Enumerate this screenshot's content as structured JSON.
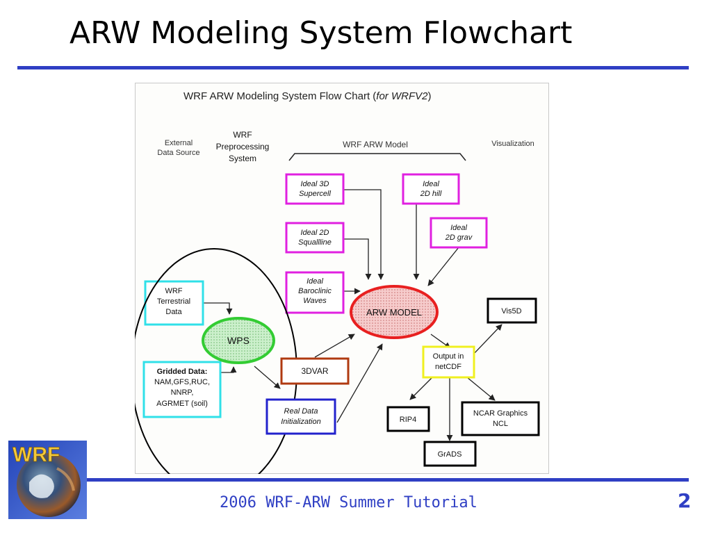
{
  "slide": {
    "title": "ARW Modeling System Flowchart",
    "footer": "2006 WRF-ARW Summer Tutorial",
    "page_number": "2",
    "logo_text": "WRF"
  },
  "flowchart": {
    "title_main": "WRF ARW Modeling System Flow Chart (",
    "title_italic": "for WRFV2",
    "title_close": ")",
    "headers": {
      "external_1": "External",
      "external_2": "Data Source",
      "preproc_1": "WRF",
      "preproc_2": "Preprocessing",
      "preproc_3": "System",
      "model": "WRF ARW Model",
      "visualization": "Visualization"
    },
    "boxes": {
      "ideal_3d_1": "Ideal 3D",
      "ideal_3d_2": "Supercell",
      "ideal_2d_squall_1": "Ideal 2D",
      "ideal_2d_squall_2": "Squallline",
      "ideal_baroclinic_1": "Ideal",
      "ideal_baroclinic_2": "Baroclinic",
      "ideal_baroclinic_3": "Waves",
      "ideal_2dhill_1": "Ideal",
      "ideal_2dhill_2": "2D hill",
      "ideal_2dgrav_1": "Ideal",
      "ideal_2dgrav_2": "2D grav",
      "terrestrial_1": "WRF",
      "terrestrial_2": "Terrestrial",
      "terrestrial_3": "Data",
      "gridded_1": "Gridded Data:",
      "gridded_2": "NAM,GFS,RUC,",
      "gridded_3": "NNRP,",
      "gridded_4": "AGRMET (soil)",
      "wps": "WPS",
      "threedvar": "3DVAR",
      "realdata_1": "Real Data",
      "realdata_2": "Initialization",
      "arw_model": "ARW MODEL",
      "output_1": "Output in",
      "output_2": "netCDF",
      "vis5d": "Vis5D",
      "rip4": "RIP4",
      "grads": "GrADS",
      "ncar_1": "NCAR Graphics",
      "ncar_2": "NCL"
    },
    "colors": {
      "ideal": "#e020e0",
      "wrf_input": "#30e0e8",
      "wps": "#33cc33",
      "threedvar": "#b03a10",
      "real_data": "#2222cc",
      "arw_model": "#e82020",
      "output": "#f0f020",
      "visualization": "#000000"
    }
  }
}
